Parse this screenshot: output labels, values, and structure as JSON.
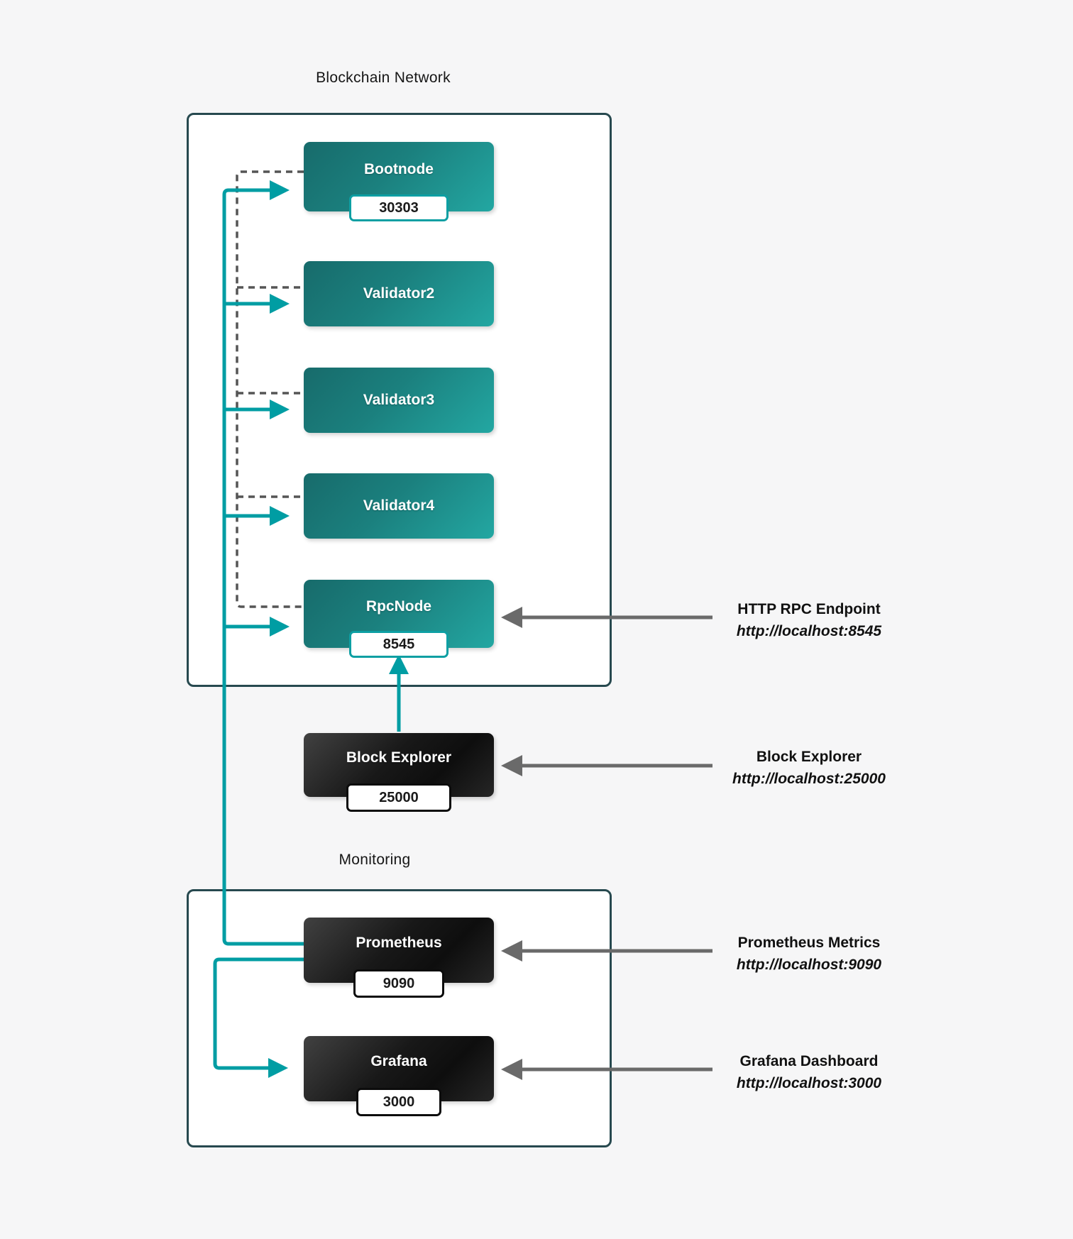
{
  "blockchain_network": {
    "title": "Blockchain Network",
    "nodes": [
      {
        "label": "Bootnode",
        "port": "30303"
      },
      {
        "label": "Validator2"
      },
      {
        "label": "Validator3"
      },
      {
        "label": "Validator4"
      },
      {
        "label": "RpcNode",
        "port": "8545"
      }
    ]
  },
  "block_explorer": {
    "label": "Block Explorer",
    "port": "25000"
  },
  "monitoring": {
    "title": "Monitoring",
    "nodes": [
      {
        "label": "Prometheus",
        "port": "9090"
      },
      {
        "label": "Grafana",
        "port": "3000"
      }
    ]
  },
  "annotations": [
    {
      "title": "HTTP RPC Endpoint",
      "url": "http://localhost:8545"
    },
    {
      "title": "Block Explorer",
      "url": "http://localhost:25000"
    },
    {
      "title": "Prometheus Metrics",
      "url": "http://localhost:9090"
    },
    {
      "title": "Grafana Dashboard",
      "url": "http://localhost:3000"
    }
  ],
  "colors": {
    "background": "#f6f6f7",
    "container_border": "#27494f",
    "teal_node_start": "#176b6b",
    "teal_node_end": "#23a7a2",
    "dark_node": "#141414",
    "accent_teal": "#009da3",
    "dashed_gray": "#555555",
    "arrow_gray": "#6a6a6a"
  }
}
